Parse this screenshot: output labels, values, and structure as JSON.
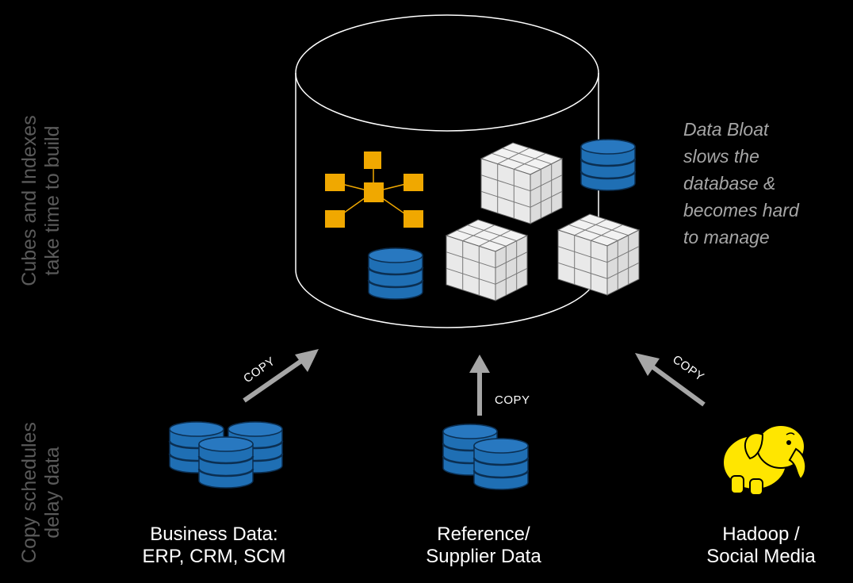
{
  "left_labels": {
    "cubes_line1": "Cubes and Indexes",
    "cubes_line2": "take time to build",
    "copy_line1": "Copy schedules",
    "copy_line2": "delay data"
  },
  "bloat_note": {
    "line1": "Data Bloat",
    "line2": "slows the",
    "line3": "database &",
    "line4": "becomes hard",
    "line5": "to manage"
  },
  "copy_labels": {
    "left": "COPY",
    "center": "COPY",
    "right": "COPY"
  },
  "sources": {
    "business": {
      "line1": "Business Data:",
      "line2": "ERP, CRM, SCM"
    },
    "reference": {
      "line1": "Reference/",
      "line2": "Supplier Data"
    },
    "hadoop": {
      "line1": "Hadoop /",
      "line2": "Social Media"
    }
  },
  "colors": {
    "background": "#000000",
    "db_blue": "#1f6fb4",
    "star_schema": "#f0a800",
    "arrow": "#a6a6a6",
    "elephant": "#ffe600"
  },
  "icons": [
    "star-schema-icon",
    "cube-icon",
    "database-icon",
    "elephant-icon",
    "arrow-icon"
  ]
}
